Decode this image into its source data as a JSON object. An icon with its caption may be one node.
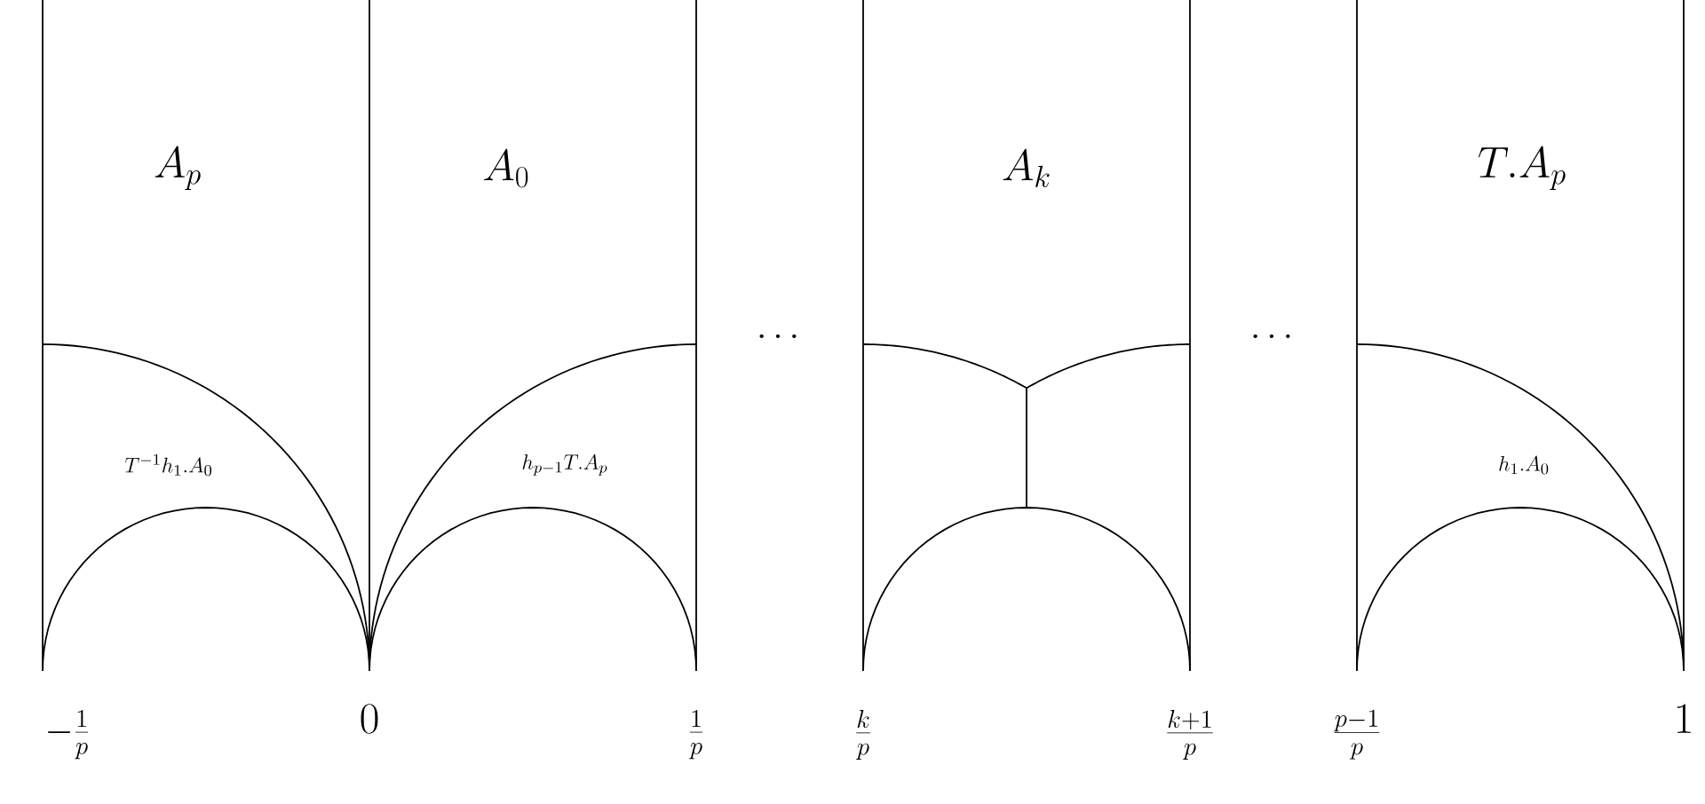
{
  "diagram": {
    "labels": [
      "A_p",
      "A_0",
      "A_k",
      "T.A_p",
      "\\cdots",
      "\\cdots",
      "T^{-1}h_1.A_0",
      "h_{p-1}T.A_p",
      "h_1.A_0",
      "-\\frac{1}{p}",
      "0",
      "\\frac{1}{p}",
      "\\frac{k}{p}",
      "\\frac{k+1}{p}",
      "\\frac{p-1}{p}",
      "1"
    ]
  }
}
